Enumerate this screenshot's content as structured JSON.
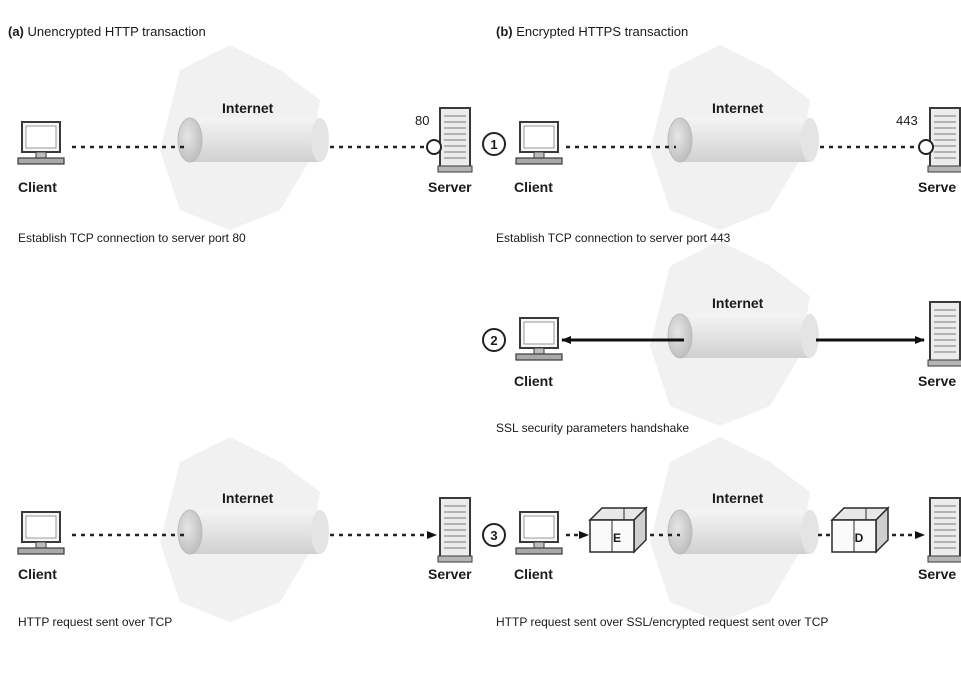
{
  "panels": {
    "a": {
      "letter": "(a)",
      "title": "Unencrypted HTTP transaction"
    },
    "b": {
      "letter": "(b)",
      "title": "Encrypted HTTPS transaction"
    }
  },
  "labels": {
    "internet": "Internet",
    "client": "Client",
    "server": "Server",
    "server_cropped": "Serve"
  },
  "ports": {
    "http": "80",
    "https": "443"
  },
  "steps": [
    "1",
    "2",
    "3"
  ],
  "captions": {
    "a1": "Establish TCP connection to server port 80",
    "a3": "HTTP request sent over TCP",
    "b1": "Establish TCP connection to server port 443",
    "b2": "SSL security parameters handshake",
    "b3": "HTTP request sent over SSL/encrypted request sent over TCP"
  },
  "box_letters": {
    "encrypt": "E",
    "decrypt": "D"
  }
}
